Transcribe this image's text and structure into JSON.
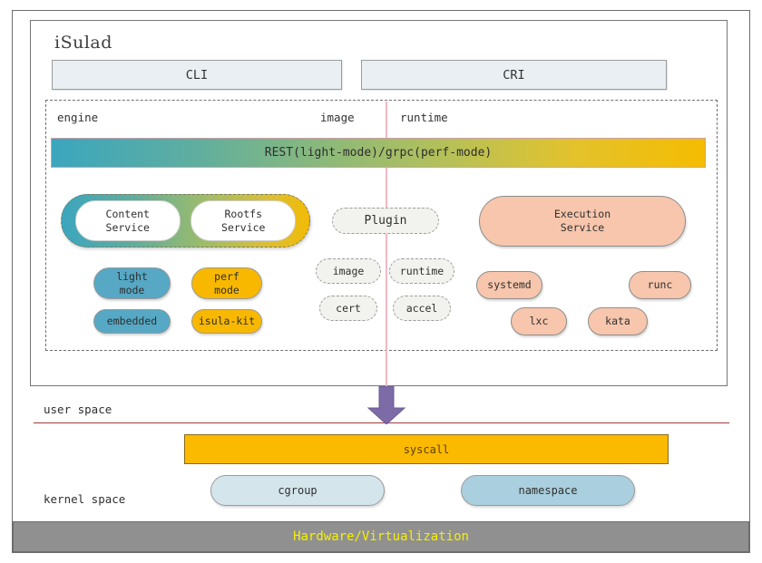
{
  "diagram": {
    "title": "iSulad",
    "top_interfaces": [
      {
        "id": "cli",
        "label": "CLI"
      },
      {
        "id": "cri",
        "label": "CRI"
      }
    ],
    "column_labels": {
      "engine": "engine",
      "image": "image",
      "runtime": "runtime"
    },
    "rest_bar": {
      "label": "REST(light-mode)/grpc(perf-mode)",
      "gradient_from": "#3ba6be",
      "gradient_to": "#f5bc00"
    },
    "engine_group": {
      "services": [
        {
          "line1": "Content",
          "line2": "Service"
        },
        {
          "line1": "Rootfs",
          "line2": "Service"
        }
      ],
      "modes": [
        {
          "id": "light-mode",
          "line1": "light",
          "line2": "mode",
          "color": "#56a8c4"
        },
        {
          "id": "perf-mode",
          "line1": "perf",
          "line2": "mode",
          "color": "#f9b800"
        },
        {
          "id": "embedded",
          "line1": "embedded",
          "line2": "",
          "color": "#56a8c4"
        },
        {
          "id": "isula-kit",
          "line1": "isula-kit",
          "line2": "",
          "color": "#f9b800"
        }
      ]
    },
    "plugin_group": {
      "title": "Plugin",
      "items": [
        {
          "label": "image"
        },
        {
          "label": "runtime"
        },
        {
          "label": "cert"
        },
        {
          "label": "accel"
        }
      ]
    },
    "runtime_group": {
      "service": {
        "line1": "Execution",
        "line2": "Service"
      },
      "runtimes": [
        {
          "label": "systemd"
        },
        {
          "label": "runc"
        },
        {
          "label": "lxc"
        },
        {
          "label": "kata"
        }
      ],
      "color": "#f7c6ac"
    },
    "spaces": {
      "user_space": "user space",
      "kernel_space": "kernel space",
      "separator_color": "#a33c3c"
    },
    "arrow": {
      "name": "down-arrow",
      "color": "#7d6ba8"
    },
    "syscall": {
      "label": "syscall",
      "color": "#fbb900"
    },
    "kernel_features": [
      {
        "label": "cgroup",
        "color": "#d4e5ec"
      },
      {
        "label": "namespace",
        "color": "#aacfde"
      }
    ],
    "hardware": {
      "label": "Hardware/Virtualization",
      "bg": "#909090",
      "text_color": "#f5f000"
    }
  }
}
